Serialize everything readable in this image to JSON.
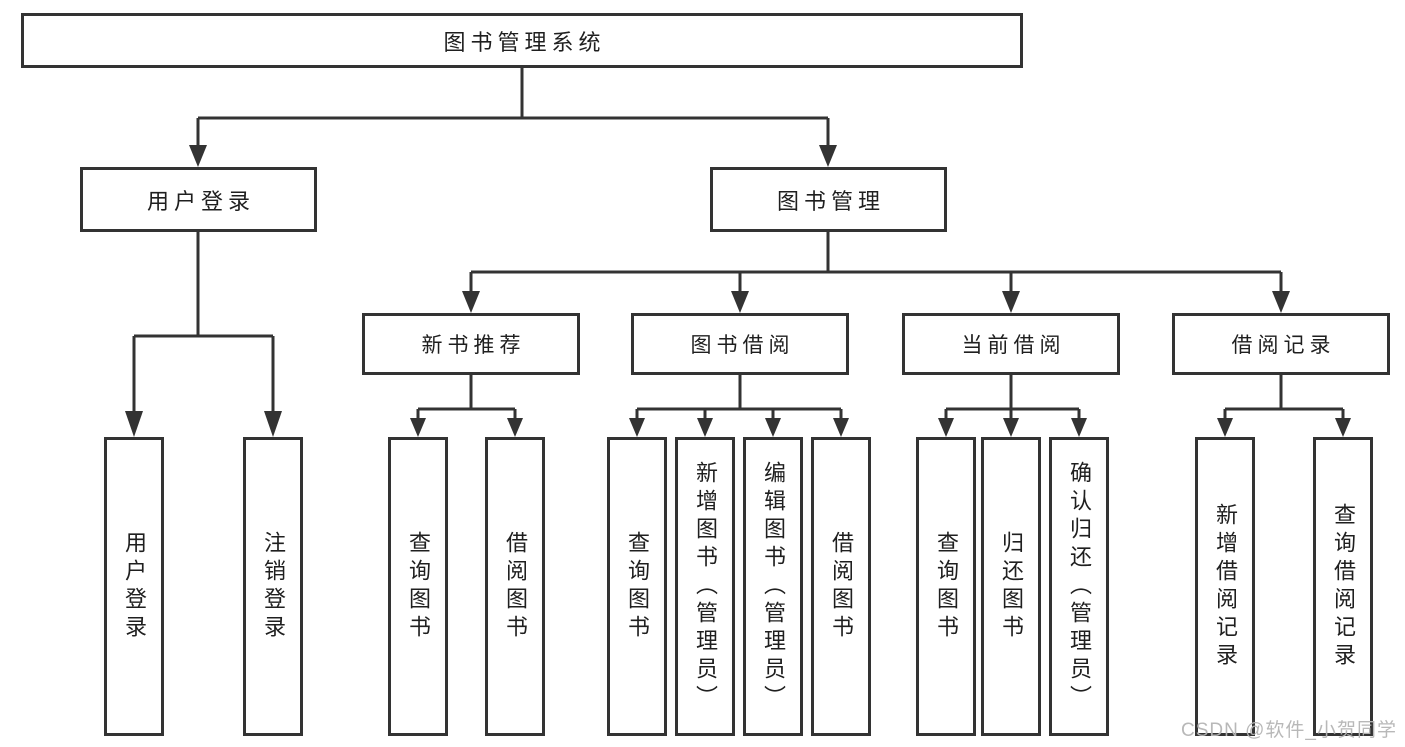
{
  "tree": {
    "root": {
      "label": "图书管理系统"
    },
    "branches": [
      {
        "label": "用户登录",
        "leaves": [
          {
            "label": "用户登录"
          },
          {
            "label": "注销登录"
          }
        ]
      },
      {
        "label": "图书管理",
        "children": [
          {
            "label": "新书推荐",
            "leaves": [
              {
                "label": "查询图书"
              },
              {
                "label": "借阅图书"
              }
            ]
          },
          {
            "label": "图书借阅",
            "leaves": [
              {
                "label": "查询图书"
              },
              {
                "label": "新增图书（管理员）"
              },
              {
                "label": "编辑图书（管理员）"
              },
              {
                "label": "借阅图书"
              }
            ]
          },
          {
            "label": "当前借阅",
            "leaves": [
              {
                "label": "查询图书"
              },
              {
                "label": "归还图书"
              },
              {
                "label": "确认归还（管理员）"
              }
            ]
          },
          {
            "label": "借阅记录",
            "leaves": [
              {
                "label": "新增借阅记录"
              },
              {
                "label": "查询借阅记录"
              }
            ]
          }
        ]
      }
    ]
  },
  "watermark": {
    "text": "CSDN @软件_小贺同学"
  },
  "colors": {
    "line": "#333333",
    "box_border": "#333333",
    "text": "#1f1f1f",
    "watermark": "#b5b5b5"
  }
}
